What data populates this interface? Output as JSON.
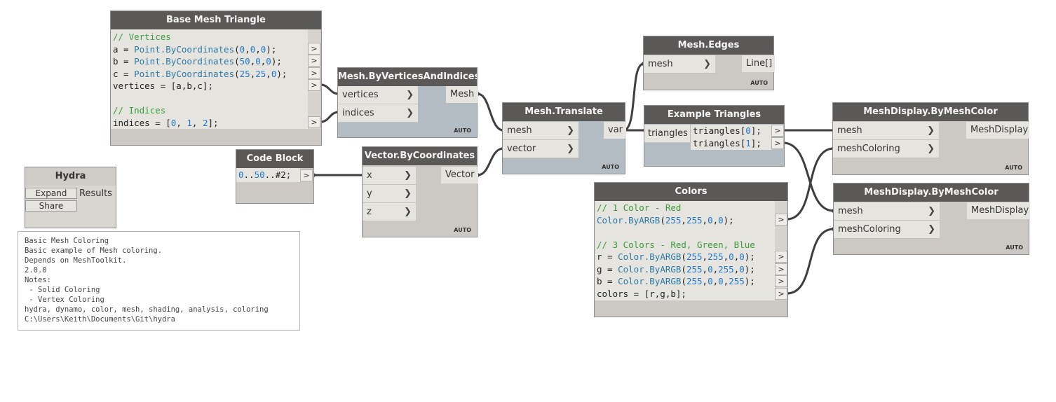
{
  "nodes": {
    "base_mesh_triangle": {
      "title": "Base Mesh Triangle",
      "lines": [
        [
          {
            "t": "// Vertices",
            "c": "cm"
          }
        ],
        [
          {
            "t": "a = "
          },
          {
            "t": "Point.ByCoordinates",
            "c": "fn"
          },
          {
            "t": "("
          },
          {
            "t": "0",
            "c": "num"
          },
          {
            "t": ","
          },
          {
            "t": "0",
            "c": "num"
          },
          {
            "t": ","
          },
          {
            "t": "0",
            "c": "num"
          },
          {
            "t": ");"
          }
        ],
        [
          {
            "t": "b = "
          },
          {
            "t": "Point.ByCoordinates",
            "c": "fn"
          },
          {
            "t": "("
          },
          {
            "t": "50",
            "c": "num"
          },
          {
            "t": ","
          },
          {
            "t": "0",
            "c": "num"
          },
          {
            "t": ","
          },
          {
            "t": "0",
            "c": "num"
          },
          {
            "t": ");"
          }
        ],
        [
          {
            "t": "c = "
          },
          {
            "t": "Point.ByCoordinates",
            "c": "fn"
          },
          {
            "t": "("
          },
          {
            "t": "25",
            "c": "num"
          },
          {
            "t": ","
          },
          {
            "t": "25",
            "c": "num"
          },
          {
            "t": ","
          },
          {
            "t": "0",
            "c": "num"
          },
          {
            "t": ");"
          }
        ],
        [
          {
            "t": "vertices = [a,b,c];"
          }
        ],
        [
          {
            "t": ""
          }
        ],
        [
          {
            "t": "// Indices",
            "c": "cm"
          }
        ],
        [
          {
            "t": "indices = ["
          },
          {
            "t": "0",
            "c": "num"
          },
          {
            "t": ", "
          },
          {
            "t": "1",
            "c": "num"
          },
          {
            "t": ", "
          },
          {
            "t": "2",
            "c": "num"
          },
          {
            "t": "];"
          }
        ]
      ],
      "out_label": ">"
    },
    "code_block": {
      "title": "Code Block",
      "lines": [
        [
          {
            "t": "0",
            "c": "num"
          },
          {
            "t": ".."
          },
          {
            "t": "50",
            "c": "num"
          },
          {
            "t": "..#2;"
          }
        ]
      ],
      "out_label": ">"
    },
    "colors": {
      "title": "Colors",
      "lines": [
        [
          {
            "t": "// 1 Color - Red",
            "c": "cm"
          }
        ],
        [
          {
            "t": "Color.ByARGB",
            "c": "fn"
          },
          {
            "t": "("
          },
          {
            "t": "255",
            "c": "num"
          },
          {
            "t": ","
          },
          {
            "t": "255",
            "c": "num"
          },
          {
            "t": ","
          },
          {
            "t": "0",
            "c": "num"
          },
          {
            "t": ","
          },
          {
            "t": "0",
            "c": "num"
          },
          {
            "t": ");"
          }
        ],
        [
          {
            "t": ""
          }
        ],
        [
          {
            "t": "// 3 Colors - Red, Green, Blue",
            "c": "cm"
          }
        ],
        [
          {
            "t": "r = "
          },
          {
            "t": "Color.ByARGB",
            "c": "fn"
          },
          {
            "t": "("
          },
          {
            "t": "255",
            "c": "num"
          },
          {
            "t": ","
          },
          {
            "t": "255",
            "c": "num"
          },
          {
            "t": ","
          },
          {
            "t": "0",
            "c": "num"
          },
          {
            "t": ","
          },
          {
            "t": "0",
            "c": "num"
          },
          {
            "t": ");"
          }
        ],
        [
          {
            "t": "g = "
          },
          {
            "t": "Color.ByARGB",
            "c": "fn"
          },
          {
            "t": "("
          },
          {
            "t": "255",
            "c": "num"
          },
          {
            "t": ","
          },
          {
            "t": "0",
            "c": "num"
          },
          {
            "t": ","
          },
          {
            "t": "255",
            "c": "num"
          },
          {
            "t": ","
          },
          {
            "t": "0",
            "c": "num"
          },
          {
            "t": ");"
          }
        ],
        [
          {
            "t": "b = "
          },
          {
            "t": "Color.ByARGB",
            "c": "fn"
          },
          {
            "t": "("
          },
          {
            "t": "255",
            "c": "num"
          },
          {
            "t": ","
          },
          {
            "t": "0",
            "c": "num"
          },
          {
            "t": ","
          },
          {
            "t": "0",
            "c": "num"
          },
          {
            "t": ","
          },
          {
            "t": "255",
            "c": "num"
          },
          {
            "t": ");"
          }
        ],
        [
          {
            "t": "colors = [r,g,b];"
          }
        ]
      ],
      "out_label": ">"
    },
    "example_triangles": {
      "title": "Example Triangles",
      "input": "triangles",
      "lines": [
        [
          {
            "t": "triangles["
          },
          {
            "t": "0",
            "c": "num"
          },
          {
            "t": "];"
          }
        ],
        [
          {
            "t": "triangles["
          },
          {
            "t": "1",
            "c": "num"
          },
          {
            "t": "];"
          }
        ]
      ],
      "out_label": ">"
    },
    "mesh_by_vertices": {
      "title": "Mesh.ByVerticesAndIndices",
      "inputs": [
        "vertices",
        "indices"
      ],
      "output": "Mesh",
      "lacing": "AUTO"
    },
    "vector_by_coordinates": {
      "title": "Vector.ByCoordinates",
      "inputs": [
        "x",
        "y",
        "z"
      ],
      "output": "Vector",
      "lacing": "AUTO"
    },
    "mesh_translate": {
      "title": "Mesh.Translate",
      "inputs": [
        "mesh",
        "vector"
      ],
      "output": "var",
      "lacing": "AUTO"
    },
    "mesh_edges": {
      "title": "Mesh.Edges",
      "inputs": [
        "mesh"
      ],
      "output": "Line[]",
      "lacing": "AUTO"
    },
    "mesh_display_1": {
      "title": "MeshDisplay.ByMeshColor",
      "inputs": [
        "mesh",
        "meshColoring"
      ],
      "output": "MeshDisplay",
      "lacing": "AUTO"
    },
    "mesh_display_2": {
      "title": "MeshDisplay.ByMeshColor",
      "inputs": [
        "mesh",
        "meshColoring"
      ],
      "output": "MeshDisplay",
      "lacing": "AUTO"
    },
    "hydra": {
      "title": "Hydra",
      "expand_label": "Expand",
      "share_label": "Share",
      "results_label": "Results"
    }
  },
  "note": {
    "lines": [
      "Basic Mesh Coloring",
      "Basic example of Mesh coloring.",
      "Depends on MeshToolkit.",
      "2.0.0",
      "Notes:",
      " - Solid Coloring",
      " - Vertex Coloring",
      "hydra, dynamo, color, mesh, shading, analysis, coloring",
      "C:\\Users\\Keith\\Documents\\Git\\hydra"
    ]
  },
  "icons": {
    "port_chevron": "chevron-right-icon",
    "output_arrow": "greater-than-icon"
  },
  "colors": {
    "title_bar": "#5b5957",
    "node_body_blue": "#b3bcc2",
    "node_body_gray": "#ccc9c4",
    "code_bg": "#e6e4df",
    "wire": "#3f3f3f",
    "comment": "#3b9b3b",
    "function": "#2b7aa8",
    "number": "#1e78d2"
  }
}
